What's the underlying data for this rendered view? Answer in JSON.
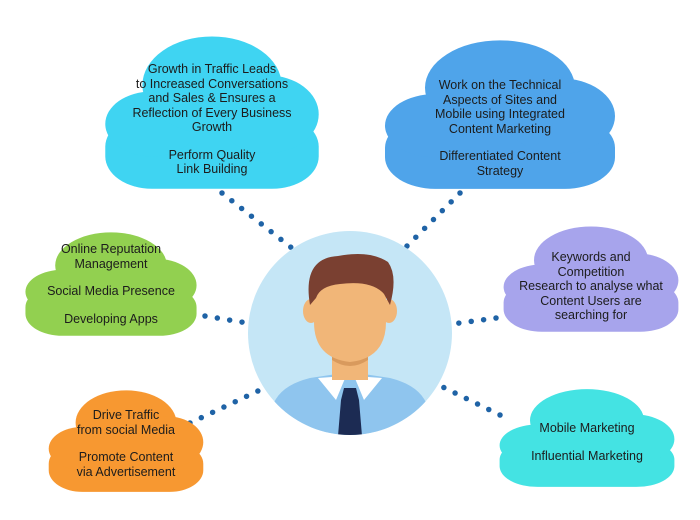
{
  "colors": {
    "cyan": "#3fd4f2",
    "blue": "#4fa4ea",
    "green": "#92d050",
    "lavender": "#a7a4ec",
    "orange": "#f79831",
    "aqua": "#44e3e3",
    "connector": "#1f63a6",
    "halo": "#c5e6f6",
    "skin": "#f1b678",
    "hair": "#7a4031",
    "shirt": "#8fc5ee",
    "tie": "#1c2b53"
  },
  "clouds": {
    "top_left": {
      "color_key": "cyan",
      "lines": [
        "Growth in Traffic Leads",
        "to Increased Conversations",
        "and Sales & Ensures a",
        "Reflection of Every Business",
        "Growth",
        "",
        "Perform Quality",
        "Link Building"
      ]
    },
    "top_right": {
      "color_key": "blue",
      "lines": [
        "Work on the Technical",
        "Aspects of Sites and",
        "Mobile using Integrated",
        "Content Marketing",
        "",
        "Differentiated Content",
        "Strategy"
      ]
    },
    "mid_left": {
      "color_key": "green",
      "lines": [
        "Online Reputation",
        "Management",
        "",
        "Social Media Presence",
        "",
        "Developing Apps"
      ]
    },
    "mid_right": {
      "color_key": "lavender",
      "lines": [
        "Keywords and",
        "Competition",
        "Research to analyse what",
        "Content Users are",
        "searching for"
      ]
    },
    "bottom_left": {
      "color_key": "orange",
      "lines": [
        "Drive Traffic",
        "from social Media",
        "",
        "Promote Content",
        "via Advertisement"
      ]
    },
    "bottom_right": {
      "color_key": "aqua",
      "lines": [
        "Mobile Marketing",
        "",
        "Influential Marketing"
      ]
    }
  },
  "icons": {
    "center": "person-icon"
  }
}
